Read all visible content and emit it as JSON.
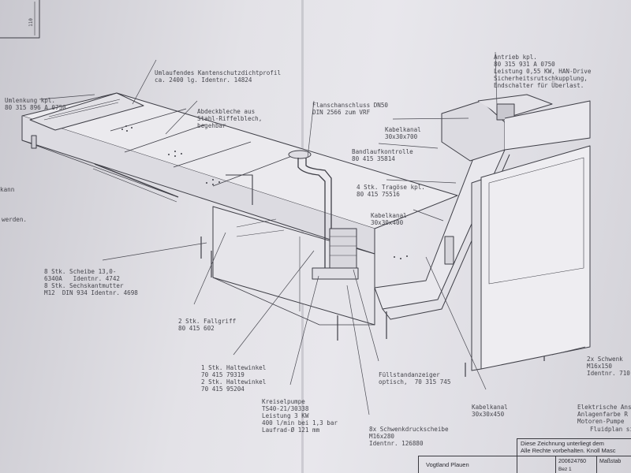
{
  "dimension_label": "110",
  "labels": {
    "umlenkung": [
      "Umlenkung kpl.",
      "80 315 896 A 0750"
    ],
    "kantenschutz": [
      "Umlaufendes Kantenschutzdichtprofil",
      "ca. 2400 lg. Identnr. 14824"
    ],
    "abdeckbleche": [
      "Abdeckbleche aus",
      "Stahl-Riffelblech,",
      "begehbar"
    ],
    "flansch": [
      "Flanschanschluss DN50",
      "DIN 2566 zum VRF"
    ],
    "antrieb": [
      "Antrieb kpl.",
      "80 315 931 A 0750",
      "Leistung 0,55 KW, HAN-Drive",
      "Sicherheitsrutschkupplung,",
      "Endschalter für Überlast."
    ],
    "kabelkanal_top": [
      "Kabelkanal",
      "30x30x700"
    ],
    "bandlauf": [
      "Bandlaufkontrolle",
      "80 415 35814"
    ],
    "tragoese": [
      "4 Stk. Tragöse kpl.",
      "80 415 75516"
    ],
    "kabelkanal_mid": [
      "Kabelkanal",
      "30x30x400"
    ],
    "left_cut_1": "kann",
    "left_cut_2": "werden.",
    "scheibe": [
      "8 Stk. Scheibe 13,0-",
      "6340A   Identnr. 4742",
      "8 Stk. Sechskantmutter",
      "M12  DIN 934 Identnr. 4698"
    ],
    "fallgriff": [
      "2 Stk. Fallgriff",
      "80 415 602"
    ],
    "haltewinkel": [
      "1 Stk. Haltewinkel",
      "70 415 79319",
      "2 Stk. Haltewinkel",
      "70 415 95204"
    ],
    "fuellstand": [
      "Füllstandanzeiger",
      "optisch,  70 315 745"
    ],
    "kreiselpumpe": [
      "Kreiselpumpe",
      "TS40-21/30338",
      "Leistung 3 KW",
      "400 l/min bei 1,3 bar",
      "Laufrad-Ø 121 mm"
    ],
    "schwenkdruck": [
      "8x Schwenkdruckscheibe",
      "M16x280",
      "Identnr. 126880"
    ],
    "kabelkanal_bottom": [
      "Kabelkanal",
      "30x30x450"
    ],
    "schwenk_right": [
      "2x Schwenk",
      "M16x150",
      "Identnr. 710"
    ],
    "elektrische": [
      "Elektrische Ans",
      "Anlagenfarbe R",
      "Motoren-Pumpe"
    ],
    "fluidplan": "Fluidplan siehe"
  },
  "title_block": {
    "notice_1": "Diese Zeichnung unterliegt dem",
    "notice_2": "Alle Rechte vorbehalten. Knoll Masc",
    "company": "Vogtland Plauen",
    "number": "200624760",
    "page": "Bez 1",
    "scale_label": "Maßstab"
  }
}
